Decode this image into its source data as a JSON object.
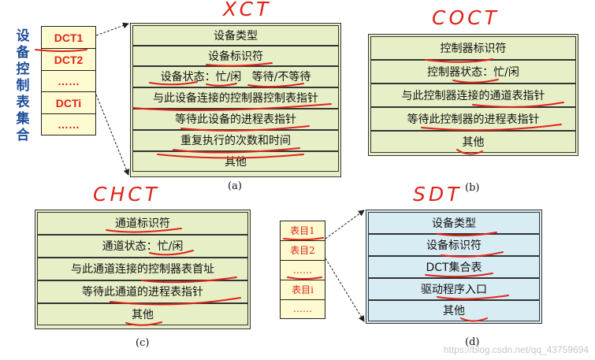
{
  "left_title_chars": [
    "设",
    "备",
    "控",
    "制",
    "表",
    "集",
    "合"
  ],
  "dct_stack": [
    "DCT1",
    "DCT2",
    "……",
    "DCTi",
    "……"
  ],
  "sdt_stack": [
    "表目1",
    "表目2",
    "……",
    "表目i",
    "……"
  ],
  "dct_table": {
    "handwritten": "XCT",
    "rows": [
      "设备类型",
      "设备标识符",
      "设备状态：忙/闲   等待/不等待",
      "与此设备连接的控制器控制表指针",
      "等待此设备的进程表指针",
      "重复执行的次数和时间",
      "其他"
    ],
    "caption": "(a)"
  },
  "coct_table": {
    "handwritten": "COCT",
    "rows": [
      "控制器标识符",
      "控制器状态：忙/闲",
      "与此控制器连接的通道表指针",
      "等待此控制器的进程表指针",
      "其他"
    ],
    "caption": "(b)"
  },
  "chct_table": {
    "handwritten": "CHCT",
    "rows": [
      "通道标识符",
      "通道状态：忙/闲",
      "与此通道连接的控制器表首址",
      "等待此通道的进程表指针",
      "其他"
    ],
    "caption": "(c)"
  },
  "sdt_table": {
    "handwritten": "SDT",
    "rows": [
      "设备类型",
      "设备标识符",
      "DCT集合表",
      "驱动程序入口",
      "其他"
    ],
    "caption": "(d)"
  },
  "watermark": "https://blog.csdn.net/qq_43759694",
  "colors": {
    "red": "#e0231b",
    "title_blue": "#1f4f9a",
    "yellow": "#fffbd0",
    "green": "#e7efc6",
    "blue": "#d8ecf4"
  }
}
